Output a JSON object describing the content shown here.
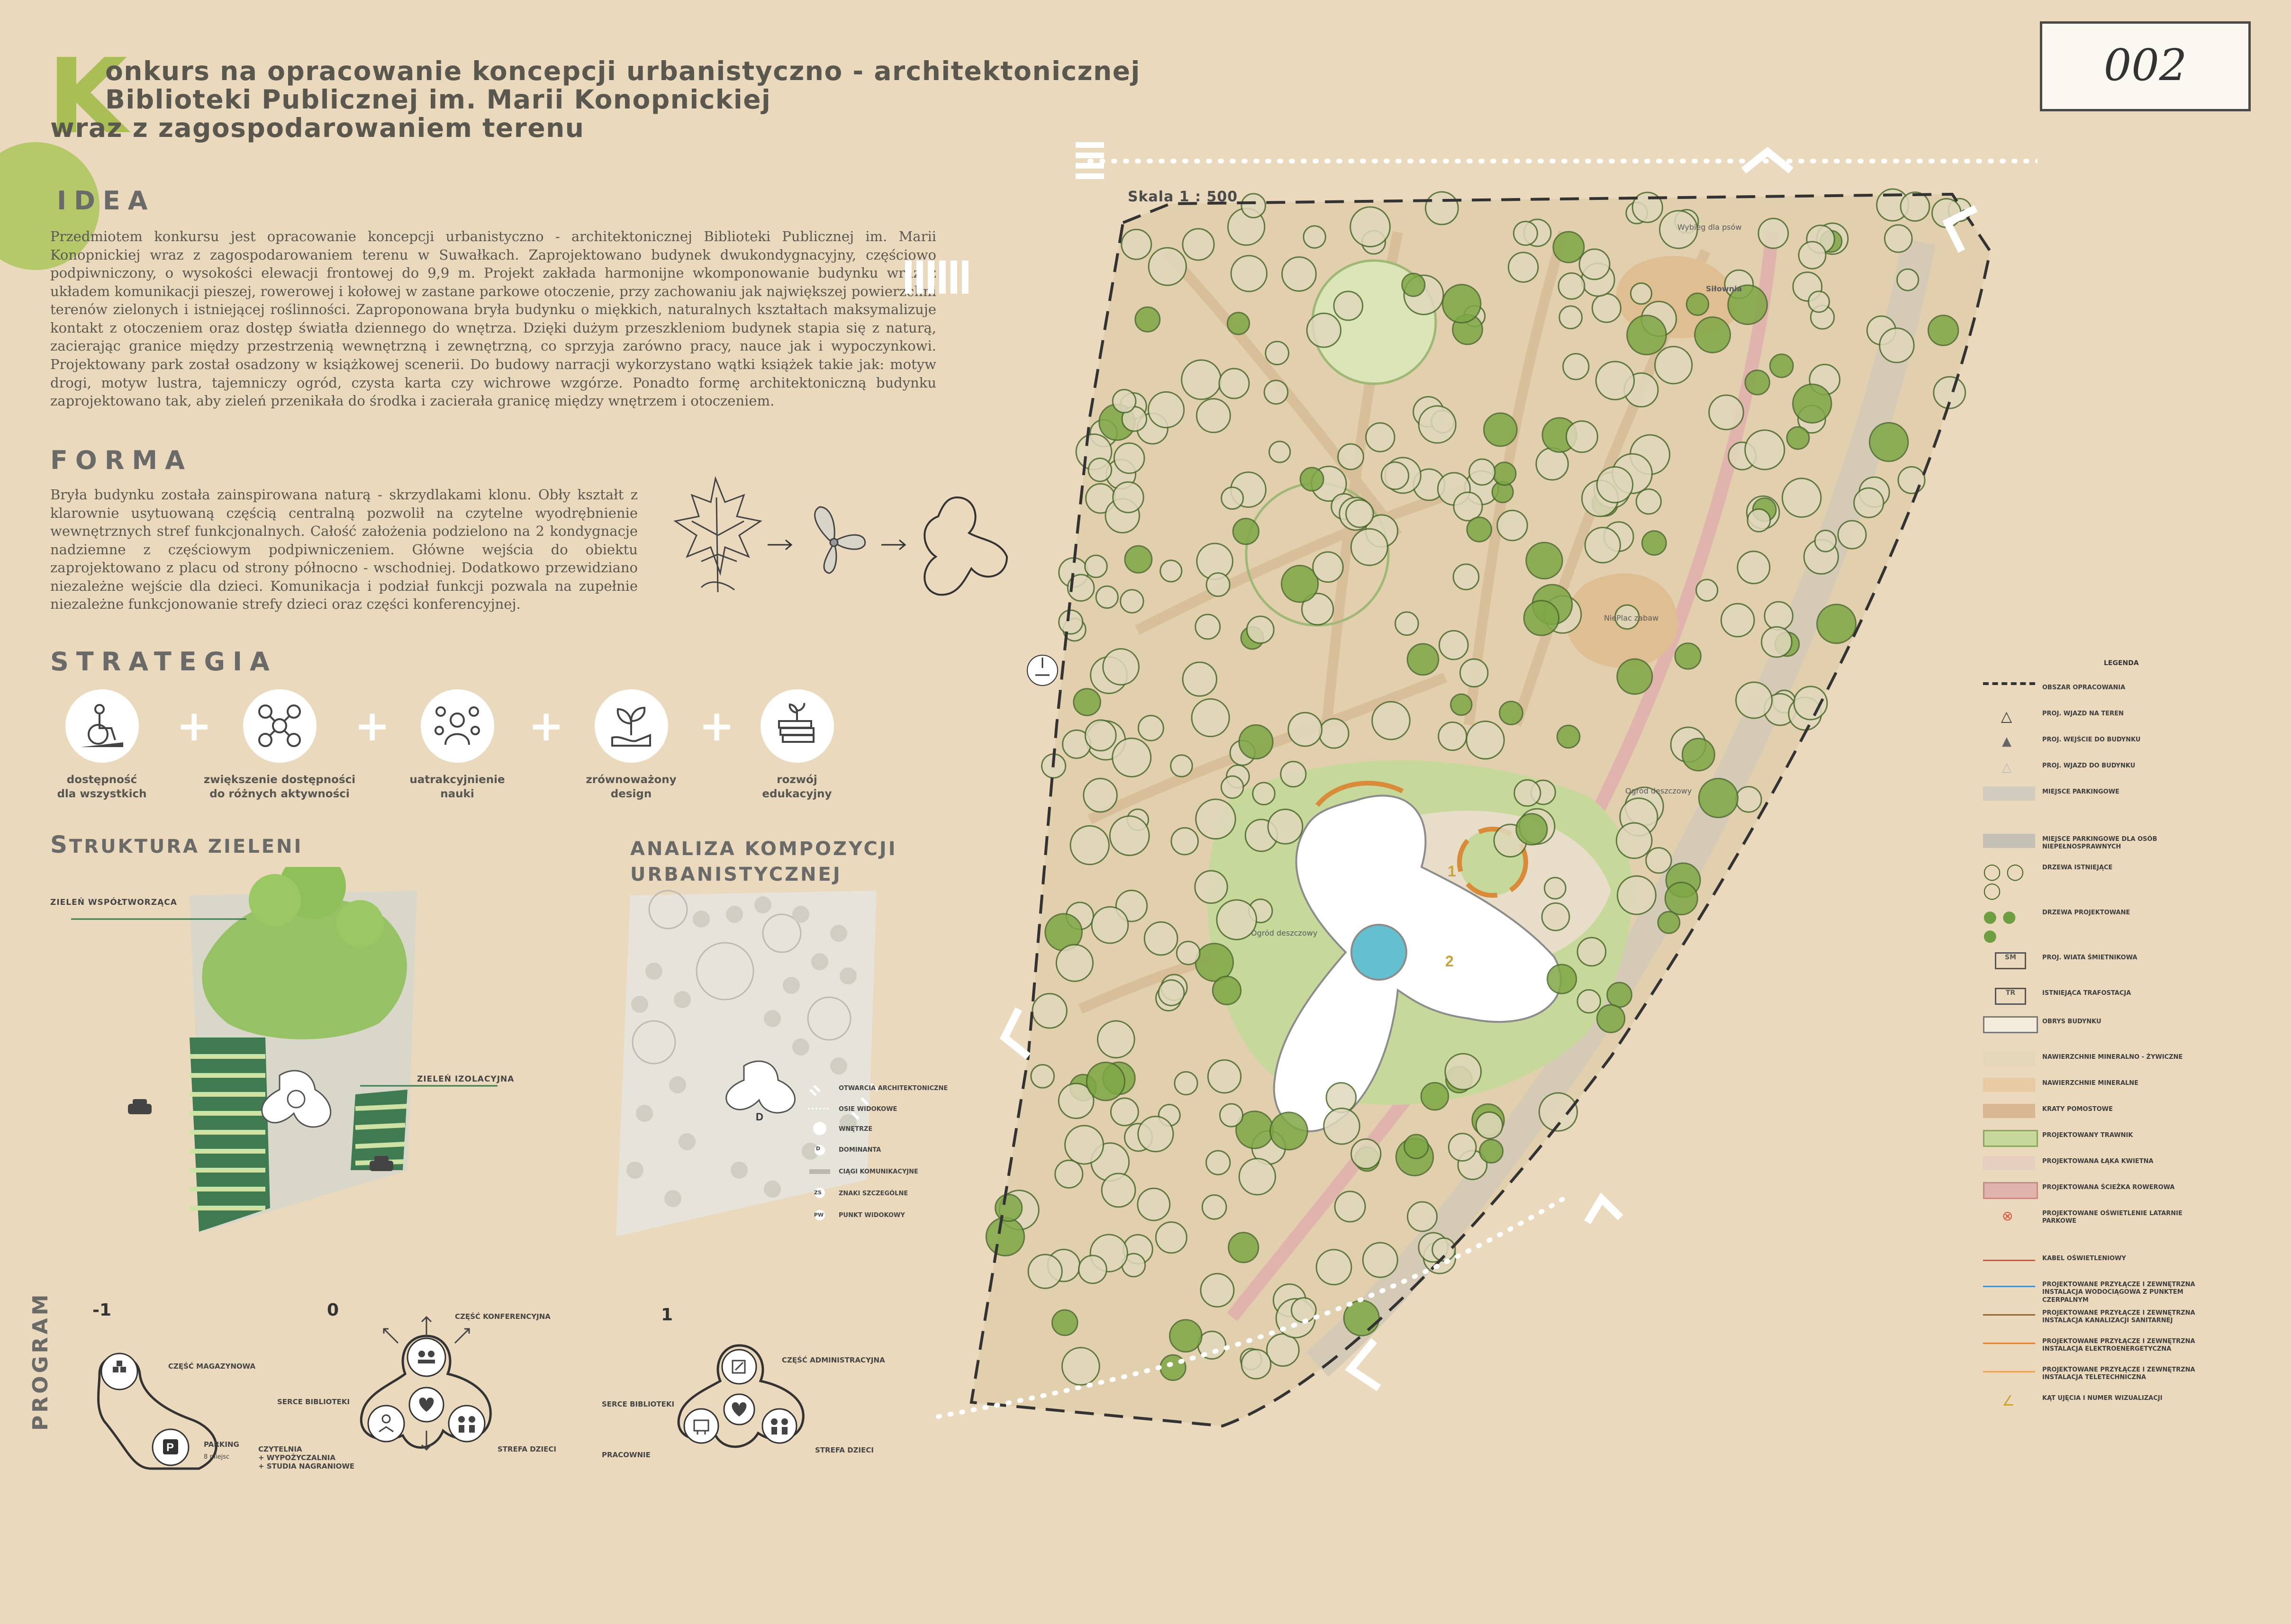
{
  "header": {
    "title_first_letter": "K",
    "title_line1_rest": "onkurs na opracowanie koncepcji urbanistyczno - architektonicznej",
    "title_line2": "Biblioteki Publicznej im. Marii Konopnickiej",
    "title_line3": "wraz z zagospodarowaniem terenu",
    "board_number": "002"
  },
  "idea": {
    "heading": "IDEA",
    "text": "Przedmiotem konkursu jest opracowanie koncepcji urbanistyczno - architektonicznej Biblioteki Publicznej im. Marii Konopnickiej wraz z zagospodarowaniem terenu w Suwałkach. Zaprojektowano budynek dwukondygnacyjny, częściowo podpiwniczony, o wysokości elewacji frontowej do 9,9 m. Projekt zakłada harmonijne wkomponowanie budynku wraz z układem komunikacji pieszej, rowerowej i kołowej w zastane parkowe otoczenie, przy zachowaniu jak największej powierzchni terenów zielonych i istniejącej roślinności. Zaproponowana bryła budynku o miękkich, naturalnych kształtach maksymalizuje kontakt z otoczeniem oraz dostęp światła dziennego do wnętrza. Dzięki dużym przeszkleniom budynek stapia się z naturą, zacierając granice między przestrzenią wewnętrzną i zewnętrzną, co sprzyja zarówno pracy, nauce jak i wypoczynkowi. Projektowany park został osadzony w książkowej scenerii. Do budowy narracji wykorzystano wątki książek takie jak: motyw drogi, motyw lustra, tajemniczy ogród, czysta karta czy wichrowe wzgórze. Ponadto formę architektoniczną budynku zaprojektowano tak, aby zieleń przenikała do środka i zacierała granicę między wnętrzem i otoczeniem."
  },
  "forma": {
    "heading": "FORMA",
    "text": "Bryła budynku została zainspirowana naturą - skrzydlakami klonu. Obły kształt z klarownie usytuowaną częścią centralną pozwolił na czytelne wyodrębnienie wewnętrznych stref funkcjonalnych. Całość założenia podzielono na 2 kondygnacje nadziemne z częściowym podpiwniczeniem. Główne wejścia do obiektu zaprojektowano z placu od strony północno - wschodniej. Dodatkowo przewidziano niezależne wejście dla dzieci. Komunikacja i podział funkcji pozwala na zupełnie niezależne funkcjonowanie strefy dzieci oraz części konferencyjnej."
  },
  "strategia": {
    "heading": "STRATEGIA",
    "items": [
      {
        "label1": "dostępność",
        "label2": "dla wszystkich",
        "icon": "wheelchair-icon"
      },
      {
        "label1": "zwiększenie dostępności",
        "label2": "do różnych aktywności",
        "icon": "activities-icon"
      },
      {
        "label1": "uatrakcyjnienie",
        "label2": "nauki",
        "icon": "learning-icon"
      },
      {
        "label1": "zrównoważony",
        "label2": "design",
        "icon": "sprout-icon"
      },
      {
        "label1": "rozwój",
        "label2": "edukacyjny",
        "icon": "books-icon"
      }
    ],
    "plus": "+"
  },
  "struktura": {
    "heading_big": "S",
    "heading_rest": "TRUKTURA ZIELENI",
    "label_a": "ZIELEŃ WSPÓŁTWORZĄCA",
    "label_b": "ZIELEŃ IZOLACYJNA"
  },
  "analiza": {
    "heading_line1": "ANALIZA KOMPOZYCJI",
    "heading_line2": "URBANISTYCZNEJ",
    "marker": "D",
    "legend": [
      "OTWARCIA ARCHITEKTONICZNE",
      "OSIE WIDOKOWE",
      "WNĘTRZE",
      "DOMINANTA",
      "CIĄGI KOMUNIKACYJNE",
      "ZNAKI SZCZEGÓLNE",
      "PUNKT WIDOKOWY"
    ],
    "legend_codes": [
      "",
      "",
      "",
      "D",
      "",
      "ZS",
      "PW"
    ]
  },
  "program": {
    "heading": "PROGRAM",
    "levels": [
      "-1",
      "0",
      "1"
    ],
    "lvl_m1": {
      "a": "CZĘŚĆ MAGAZYNOWA",
      "b": "PARKING",
      "b_sub": "8 miejsc",
      "p": "P"
    },
    "lvl_0": {
      "konf": "CZĘŚĆ KONFERENCYJNA",
      "serce": "SERCE BIBLIOTEKI",
      "czyt_1": "CZYTELNIA",
      "czyt_2": "+ WYPOŻYCZALNIA",
      "czyt_3": "+ STUDIA NAGRANIOWE",
      "dzieci": "STREFA DZIECI"
    },
    "lvl_1": {
      "admin": "CZĘŚĆ ADMINISTRACYJNA",
      "serce": "SERCE BIBLIOTEKI",
      "prac": "PRACOWNIE",
      "dzieci": "STREFA DZIECI"
    }
  },
  "map": {
    "scale_label": "Skala 1 : 500",
    "labels": {
      "wybieg": "Wybieg dla psów",
      "silownia": "Siłownia",
      "niepiac": "NiePlac zabaw",
      "ogrod_deszczowy_1": "Ogród deszczowy",
      "ogrod_deszczowy_2": "Ogród deszczowy",
      "view_1": "2",
      "view_2": "1"
    },
    "colors": {
      "lawn": "#c6d99a",
      "tree": "#7fa846",
      "mineral": "#e3c7a3",
      "building": "#ffffff",
      "water": "#63c0d0"
    }
  },
  "legend": {
    "title": "LEGENDA",
    "items": [
      "OBSZAR OPRACOWANIA",
      "PROJ. WJAZD NA TEREN",
      "PROJ. WEJŚCIE DO BUDYNKU",
      "PROJ. WJAZD DO BUDYNKU",
      "MIEJSCE PARKINGOWE",
      "MIEJSCE PARKINGOWE DLA OSÓB NIEPEŁNOSPRAWNYCH",
      "DRZEWA ISTNIEJĄCE",
      "DRZEWA PROJEKTOWANE",
      "PROJ. WIATA ŚMIETNIKOWA",
      "ISTNIEJĄCA TRAFOSTACJA",
      "OBRYS BUDYNKU",
      "NAWIERZCHNIE MINERALNO - ŻYWICZNE",
      "NAWIERZCHNIE MINERALNE",
      "KRATY POMOSTOWE",
      "PROJEKTOWANY TRAWNIK",
      "PROJEKTOWANA ŁĄKA KWIETNA",
      "PROJEKTOWANA ŚCIEŻKA ROWEROWA",
      "PROJEKTOWANE OŚWIETLENIE LATARNIE PARKOWE",
      "KABEL OŚWIETLENIOWY",
      "PROJEKTOWANE PRZYŁĄCZE I ZEWNĘTRZNA INSTALACJA WODOCIĄGOWA Z PUNKTEM CZERPALNYM",
      "PROJEKTOWANE PRZYŁĄCZE I ZEWNĘTRZNA INSTALACJA KANALIZACJI SANITARNEJ",
      "PROJEKTOWANE PRZYŁĄCZE I ZEWNĘTRZNA INSTALACJA ELEKTROENERGETYCZNA",
      "PROJEKTOWANE PRZYŁĄCZE I ZEWNĘTRZNA INSTALACJA TELETECHNICZNA",
      "KĄT UJĘCIA I NUMER WIZUALIZACJI"
    ],
    "codes": {
      "sm": "SM",
      "tr": "TR"
    }
  }
}
